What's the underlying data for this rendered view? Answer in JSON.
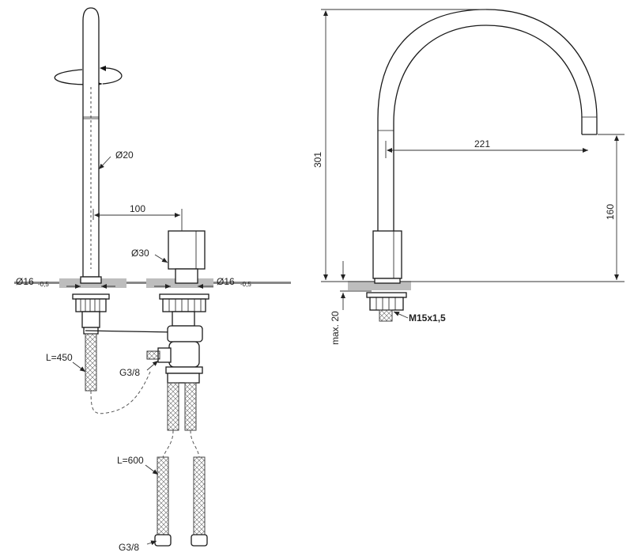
{
  "labels": {
    "spout_diameter": "Ø20",
    "spacing": "100",
    "handle_diameter": "Ø30",
    "hole_left": "Ø16",
    "hole_left_tol": "-0,5",
    "hole_right": "Ø16",
    "hole_right_tol": "-0,5",
    "hose_short": "L=450",
    "connection_mid": "G3/8",
    "hose_long": "L=600",
    "connection_bottom": "G3/8",
    "height_total": "301",
    "reach": "221",
    "outlet_height": "160",
    "max_thickness": "max. 20",
    "thread": "M15x1,5"
  }
}
